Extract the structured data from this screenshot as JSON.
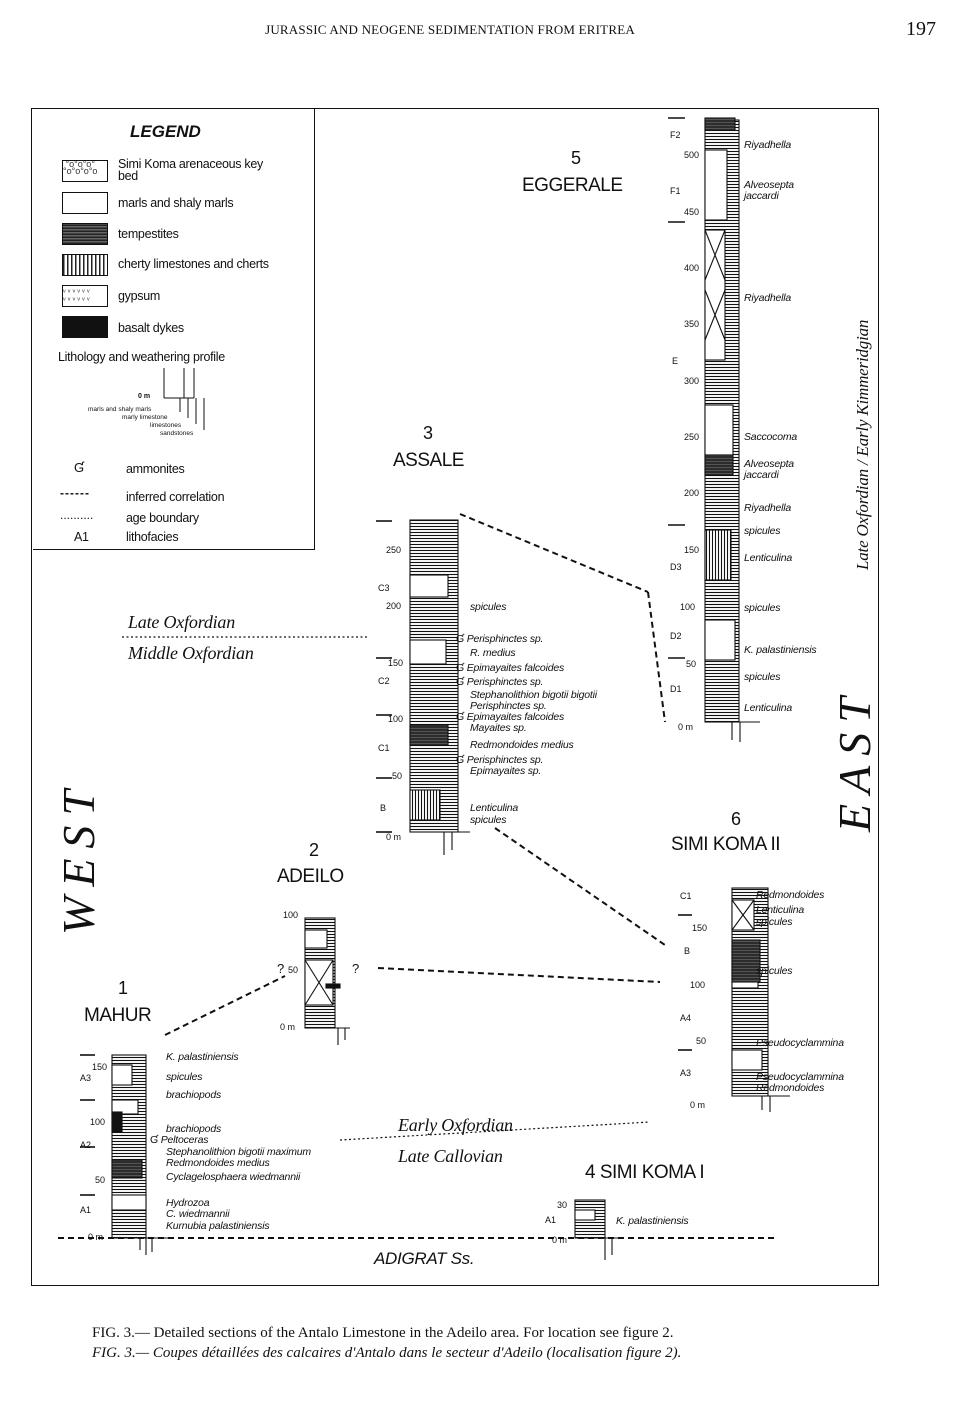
{
  "header": {
    "title": "JURASSIC AND NEOGENE SEDIMENTATION FROM ERITREA",
    "page": "197"
  },
  "legend": {
    "title": "LEGEND",
    "items": [
      {
        "key": "simi_koma",
        "label": "Simi Koma arenaceous key bed"
      },
      {
        "key": "marls",
        "label": "marls and shaly marls"
      },
      {
        "key": "tempestites",
        "label": "tempestites"
      },
      {
        "key": "cherty",
        "label": "cherty limestones and cherts"
      },
      {
        "key": "gypsum",
        "label": "gypsum"
      },
      {
        "key": "basalt",
        "label": "basalt dykes"
      }
    ],
    "profile_title": "Lithology and weathering profile",
    "profile_zero": "0 m",
    "profile_labels": [
      "marls and shaly marls",
      "marly limestone",
      "limestones",
      "sandstones"
    ],
    "symbols": [
      {
        "symbol": "Ɠ",
        "label": "ammonites"
      },
      {
        "symbol": "------",
        "label": "inferred correlation"
      },
      {
        "symbol": "..........",
        "label": "age boundary"
      },
      {
        "symbol": "A1",
        "label": "lithofacies"
      }
    ]
  },
  "sections": {
    "mahur": {
      "number": "1",
      "name": "MAHUR",
      "ticks": [
        "150",
        "100",
        "50",
        "0 m"
      ],
      "facies": [
        "A3",
        "A2",
        "A1"
      ],
      "annotations": [
        "K. palastiniensis",
        "spicules",
        "brachiopods",
        "brachiopods",
        "Peltoceras",
        "Stephanolithion bigotii maximum",
        "Redmondoides medius",
        "Cyclagelosphaera wiedmannii",
        "Hydrozoa",
        "C. wiedmannii",
        "Kurnubia palastiniensis"
      ]
    },
    "adeilo": {
      "number": "2",
      "name": "ADEILO",
      "ticks": [
        "100",
        "50",
        "0 m"
      ],
      "question": "?"
    },
    "assale": {
      "number": "3",
      "name": "ASSALE",
      "ticks": [
        "250",
        "200",
        "150",
        "100",
        "50",
        "0 m"
      ],
      "facies": [
        "C3",
        "C2",
        "C1",
        "B"
      ],
      "annotations": [
        "spicules",
        "Perisphinctes sp.",
        "R. medius",
        "Epimayaites falcoides",
        "Perisphinctes sp.",
        "Stephanolithion bigotii bigotii",
        "Perisphinctes sp.",
        "Epimayaites falcoides",
        "Mayaites sp.",
        "Redmondoides medius",
        "Perisphinctes sp.",
        "Epimayaites sp.",
        "Lenticulina",
        "spicules"
      ]
    },
    "simi_koma_1": {
      "number": "4",
      "name": "SIMI KOMA I",
      "ticks": [
        "30",
        "0 m"
      ],
      "facies": [
        "A1"
      ],
      "annotations": [
        "K. palastiniensis"
      ]
    },
    "eggerale": {
      "number": "5",
      "name": "EGGERALE",
      "ticks": [
        "500",
        "450",
        "400",
        "350",
        "300",
        "250",
        "200",
        "150",
        "100",
        "50",
        "0 m"
      ],
      "facies": [
        "F2",
        "F1",
        "E",
        "D3",
        "D2",
        "D1"
      ],
      "annotations": [
        "Riyadhella",
        "Alveosepta jaccardi",
        "Riyadhella",
        "Saccocoma",
        "Alveosepta jaccardi",
        "Riyadhella",
        "spicules",
        "Lenticulina",
        "spicules",
        "K. palastiniensis",
        "spicules",
        "Lenticulina"
      ]
    },
    "simi_koma_2": {
      "number": "6",
      "name": "SIMI KOMA II",
      "ticks": [
        "150",
        "100",
        "50",
        "0 m"
      ],
      "facies": [
        "C1",
        "B",
        "A4",
        "A3"
      ],
      "annotations": [
        "Redmondoides",
        "Lenticulina",
        "spicules",
        "spicules",
        "Pseudocyclammina",
        "Pseudocyclammina",
        "Redmondoides"
      ]
    }
  },
  "ages": {
    "late_oxfordian": "Late Oxfordian",
    "middle_oxfordian": "Middle Oxfordian",
    "early_oxfordian": "Early Oxfordian",
    "late_callovian": "Late Callovian",
    "vertical": "Late Oxfordian / Early Kimmeridgian"
  },
  "base_label": "ADIGRAT Ss.",
  "directions": {
    "west": "WEST",
    "east": "EAST"
  },
  "caption": {
    "en_prefix": "FIG. 3.—",
    "en": "Detailed sections of the Antalo Limestone in the Adeilo area. For location see figure 2.",
    "fr_prefix": "FIG. 3.—",
    "fr": "Coupes détaillées des calcaires d'Antalo dans le secteur d'Adeilo (localisation figure 2)."
  }
}
